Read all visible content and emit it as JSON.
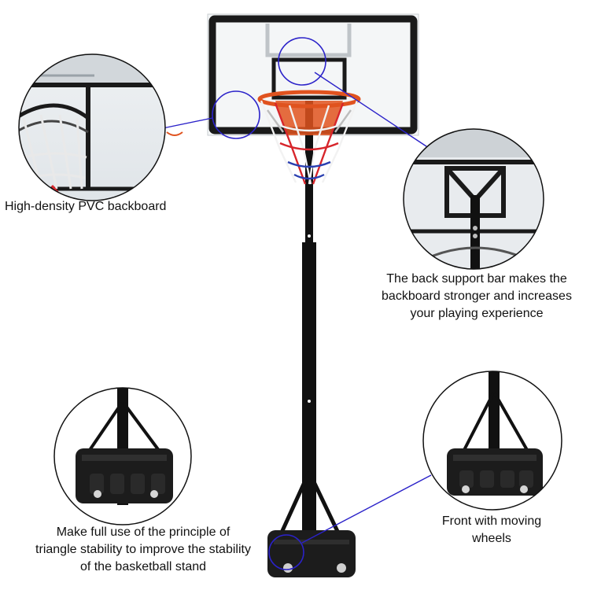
{
  "captions": {
    "backboard": "High-density PVC backboard",
    "support": "The back support bar makes the\nbackboard stronger and increases\nyour playing experience",
    "triangle": "Make full use of the principle of\ntriangle stability to improve the stability\nof the basketball stand",
    "wheels": "Front with moving\nwheels"
  },
  "colors": {
    "frame": "#1a1a1a",
    "pole": "#111111",
    "rim": "#e0531f",
    "net_white": "#f2f2f2",
    "net_red": "#d7252b",
    "net_blue": "#2a3fb0",
    "callout_line": "#2b22c9",
    "base": "#1c1c1c"
  },
  "icons": [
    "basketball-hoop",
    "backboard-detail",
    "support-bar-detail",
    "base-detail",
    "wheel-detail"
  ]
}
